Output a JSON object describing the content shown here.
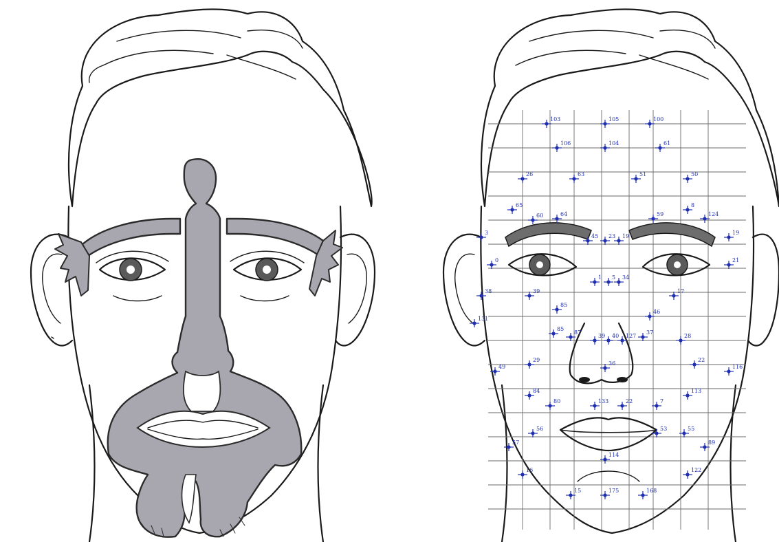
{
  "colors": {
    "ink": "#1a1a1a",
    "homunculus_fill": "#a8a6ae",
    "homunculus_stroke": "#2b2b2b",
    "grid": "#6a6a6a",
    "points": "#1f2fb0"
  },
  "left_panel": {
    "figure": "face-with-homunculus",
    "overlay": "grey-human-figure-overlay"
  },
  "right_panel": {
    "figure": "face-with-point-grid",
    "overlay": "blue-numbered-points",
    "point_labels": [
      "103",
      "105",
      "100",
      "106",
      "104",
      "61",
      "26",
      "63",
      "51",
      "50",
      "65",
      "60",
      "64",
      "59",
      "8",
      "124",
      "45",
      "23",
      "19",
      "3",
      "19",
      "0",
      "21",
      "1",
      "5",
      "34",
      "38",
      "39",
      "17",
      "131",
      "85",
      "46",
      "85",
      "87",
      "37",
      "28",
      "39",
      "40",
      "127",
      "29",
      "22",
      "49",
      "116",
      "36",
      "84",
      "113",
      "80",
      "7",
      "133",
      "22",
      "56",
      "53",
      "55",
      "57",
      "89",
      "16",
      "122",
      "114",
      "15",
      "175",
      "168"
    ]
  }
}
